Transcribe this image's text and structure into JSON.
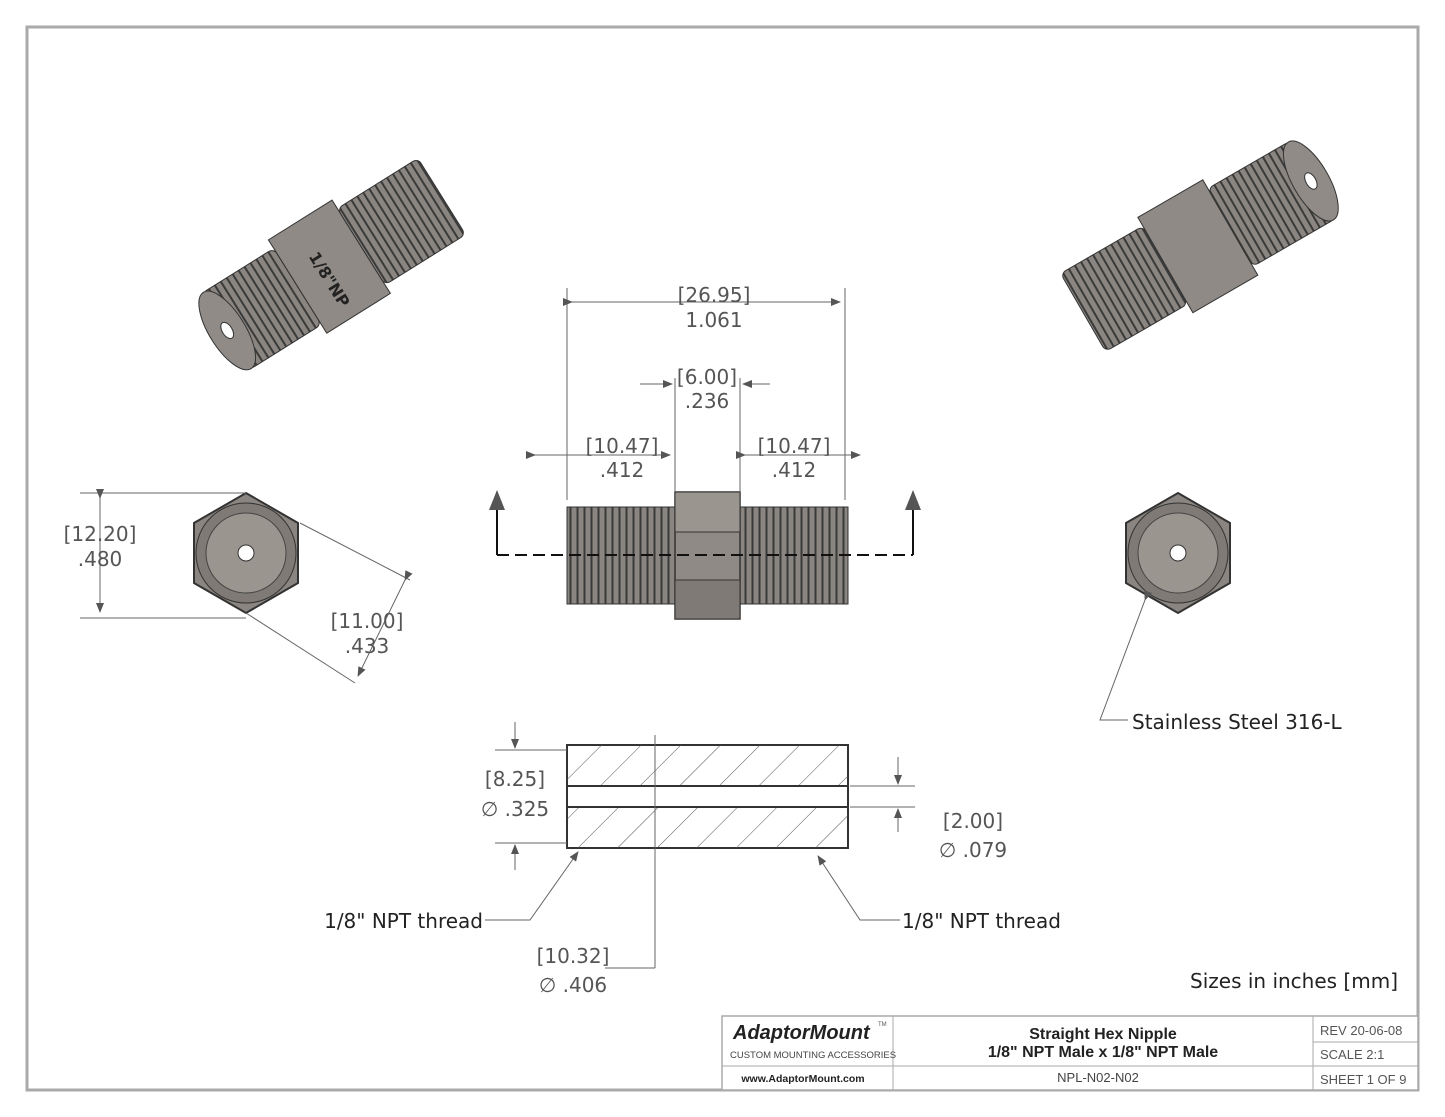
{
  "drawing": {
    "dimensions": {
      "overall_mm": "[26.95]",
      "overall_in": "1.061",
      "hex_width_mm": "[6.00]",
      "hex_width_in": ".236",
      "left_thread_mm": "[10.47]",
      "left_thread_in": ".412",
      "right_thread_mm": "[10.47]",
      "right_thread_in": ".412",
      "hex_flats_mm": "[12.20]",
      "hex_flats_in": ".480",
      "hex_corners_mm": "[11.00]",
      "hex_corners_in": ".433",
      "minor_dia_mm": "[8.25]",
      "minor_dia_in": "∅ .325",
      "bore_mm": "[2.00]",
      "bore_in": "∅ .079",
      "major_dia_mm": "[10.32]",
      "major_dia_in": "∅ .406"
    },
    "notes": {
      "material": "Stainless Steel 316-L",
      "thread_left": "1/8\" NPT thread",
      "thread_right": "1/8\" NPT thread",
      "units": "Sizes in inches [mm]",
      "part_marking": "1/8\"NP"
    }
  },
  "title_block": {
    "company": "AdaptorMount",
    "trademark": "TM",
    "tagline": "CUSTOM MOUNTING ACCESSORIES",
    "website": "www.AdaptorMount.com",
    "title_line1": "Straight Hex Nipple",
    "title_line2": "1/8\" NPT Male x 1/8\" NPT Male",
    "part_number": "NPL-N02-N02",
    "revision": "REV 20-06-08",
    "scale": "SCALE 2:1",
    "sheet": "SHEET 1 OF 9"
  },
  "colors": {
    "part": "#8a8580",
    "border": "#aaaaaa",
    "dimension": "#555555"
  }
}
